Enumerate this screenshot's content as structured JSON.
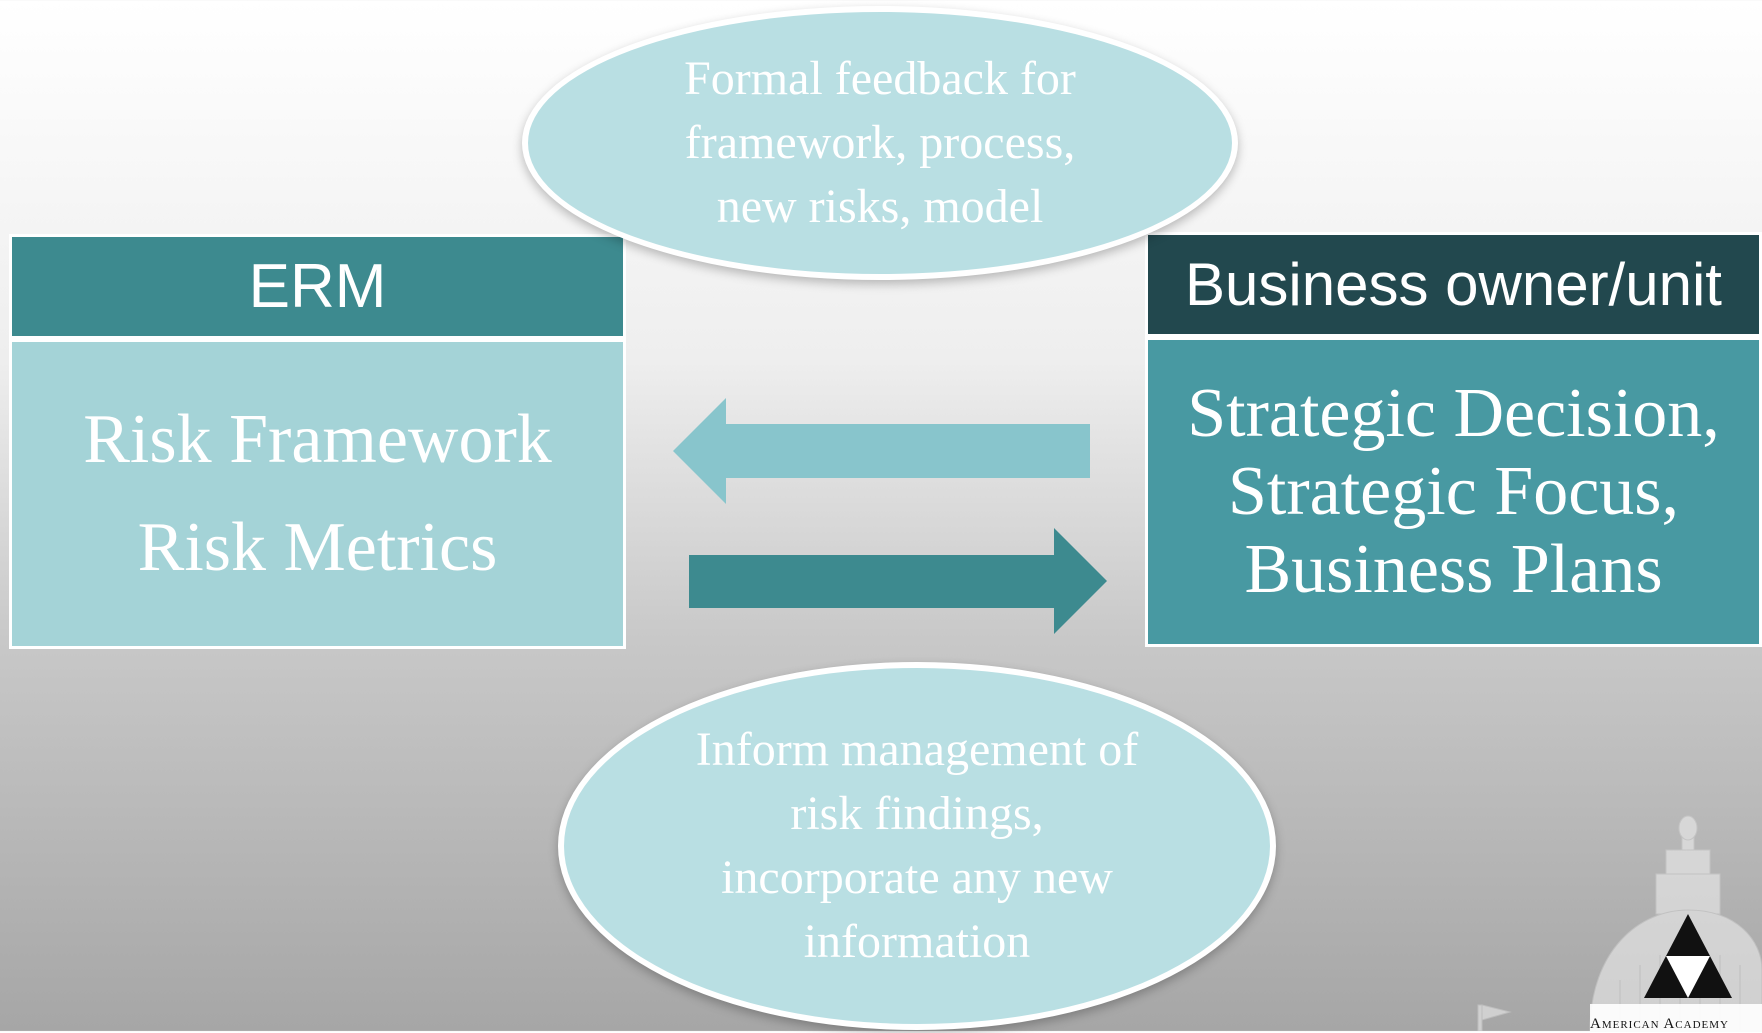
{
  "erm": {
    "header": "ERM",
    "lines": [
      "Risk Framework",
      "Risk Metrics"
    ]
  },
  "business": {
    "header": "Business owner/unit",
    "lines": [
      "Strategic Decision,",
      "Strategic Focus,",
      "Business Plans"
    ]
  },
  "feedback_ellipse": {
    "lines": [
      "Formal feedback for",
      "framework, process,",
      "new risks, model"
    ]
  },
  "inform_ellipse": {
    "lines": [
      "Inform management of",
      "risk findings,",
      "incorporate any new",
      "information"
    ]
  },
  "logo": {
    "text": "American Academy"
  },
  "colors": {
    "erm_header": "#3d8a8f",
    "erm_body": "#a4d3d7",
    "business_header": "#22484e",
    "business_body": "#4899a2",
    "arrow_left": "#88c5cc",
    "arrow_right": "#3d8a8f",
    "ellipse": "#b9dfe3"
  }
}
